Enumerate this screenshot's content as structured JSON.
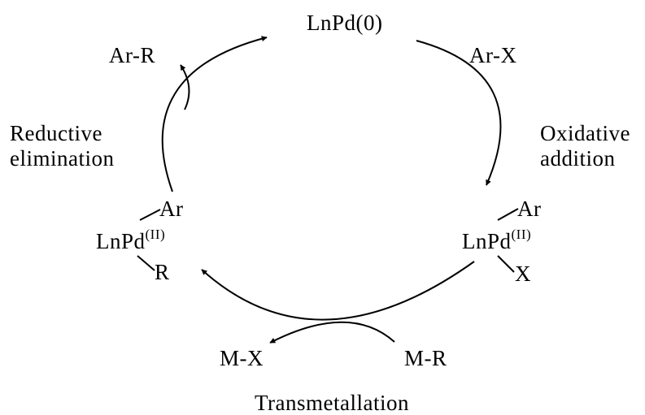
{
  "species": {
    "pd0": "LnPd(0)",
    "left_complex": {
      "base": "LnPd",
      "oxidation": "(II)",
      "top_ligand": "Ar",
      "bottom_ligand": "R"
    },
    "right_complex": {
      "base": "LnPd",
      "oxidation": "(II)",
      "top_ligand": "Ar",
      "bottom_ligand": "X"
    }
  },
  "reagents": {
    "ar_x": "Ar-X",
    "ar_r": "Ar-R",
    "m_r": "M-R",
    "m_x": "M-X"
  },
  "steps": {
    "oxidative": {
      "line1": "Oxidative",
      "line2": "addition"
    },
    "reductive": {
      "line1": "Reductive",
      "line2": "elimination"
    },
    "transmetallation": "Transmetallation"
  },
  "colors": {
    "ink": "#000000",
    "background": "#ffffff"
  }
}
